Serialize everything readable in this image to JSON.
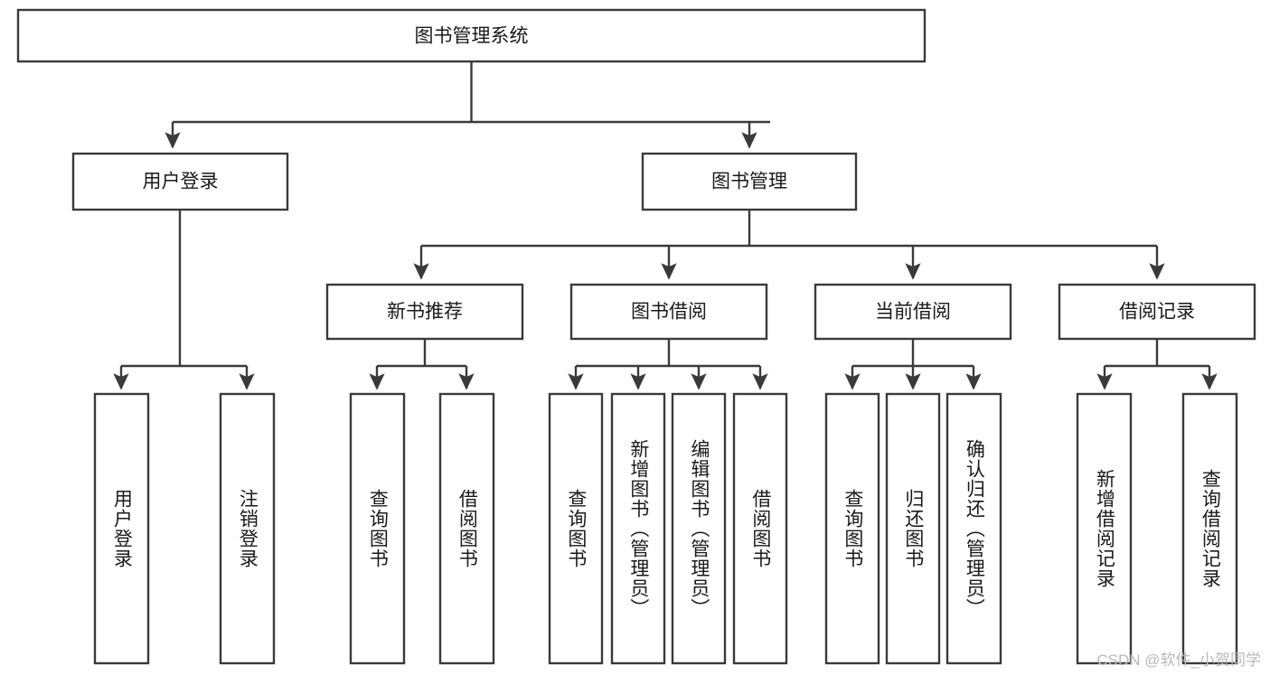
{
  "diagram": {
    "type": "tree-hierarchy",
    "title": "图书管理系统",
    "root": {
      "id": "root",
      "label": "图书管理系统"
    },
    "level2": [
      {
        "id": "user-login",
        "label": "用户登录"
      },
      {
        "id": "book-manage",
        "label": "图书管理"
      }
    ],
    "level3": [
      {
        "id": "new-book-rec",
        "label": "新书推荐",
        "parent": "book-manage"
      },
      {
        "id": "book-borrow",
        "label": "图书借阅",
        "parent": "book-manage"
      },
      {
        "id": "current-borrow",
        "label": "当前借阅",
        "parent": "book-manage"
      },
      {
        "id": "borrow-record",
        "label": "借阅记录",
        "parent": "book-manage"
      }
    ],
    "leaves": {
      "user-login": [
        {
          "id": "leaf-user-login",
          "label": "用户登录"
        },
        {
          "id": "leaf-user-logout",
          "label": "注销登录"
        }
      ],
      "new-book-rec": [
        {
          "id": "leaf-query-book-1",
          "label": "查询图书"
        },
        {
          "id": "leaf-borrow-book-1",
          "label": "借阅图书"
        }
      ],
      "book-borrow": [
        {
          "id": "leaf-query-book-2",
          "label": "查询图书"
        },
        {
          "id": "leaf-add-book",
          "label": "新增图书（管理员）"
        },
        {
          "id": "leaf-edit-book",
          "label": "编辑图书（管理员）"
        },
        {
          "id": "leaf-borrow-book-2",
          "label": "借阅图书"
        }
      ],
      "current-borrow": [
        {
          "id": "leaf-query-book-3",
          "label": "查询图书"
        },
        {
          "id": "leaf-return-book",
          "label": "归还图书"
        },
        {
          "id": "leaf-confirm-return",
          "label": "确认归还（管理员）"
        }
      ],
      "borrow-record": [
        {
          "id": "leaf-add-record",
          "label": "新增借阅记录"
        },
        {
          "id": "leaf-query-record",
          "label": "查询借阅记录"
        }
      ]
    },
    "colors": {
      "box_stroke": "#3a3a3a",
      "box_fill": "#ffffff",
      "link": "#3a3a3a",
      "text": "#1a1a1a",
      "background": "#ffffff",
      "watermark": "#b9b9b9"
    }
  },
  "watermark": {
    "text": "CSDN @软件_小贺同学"
  }
}
